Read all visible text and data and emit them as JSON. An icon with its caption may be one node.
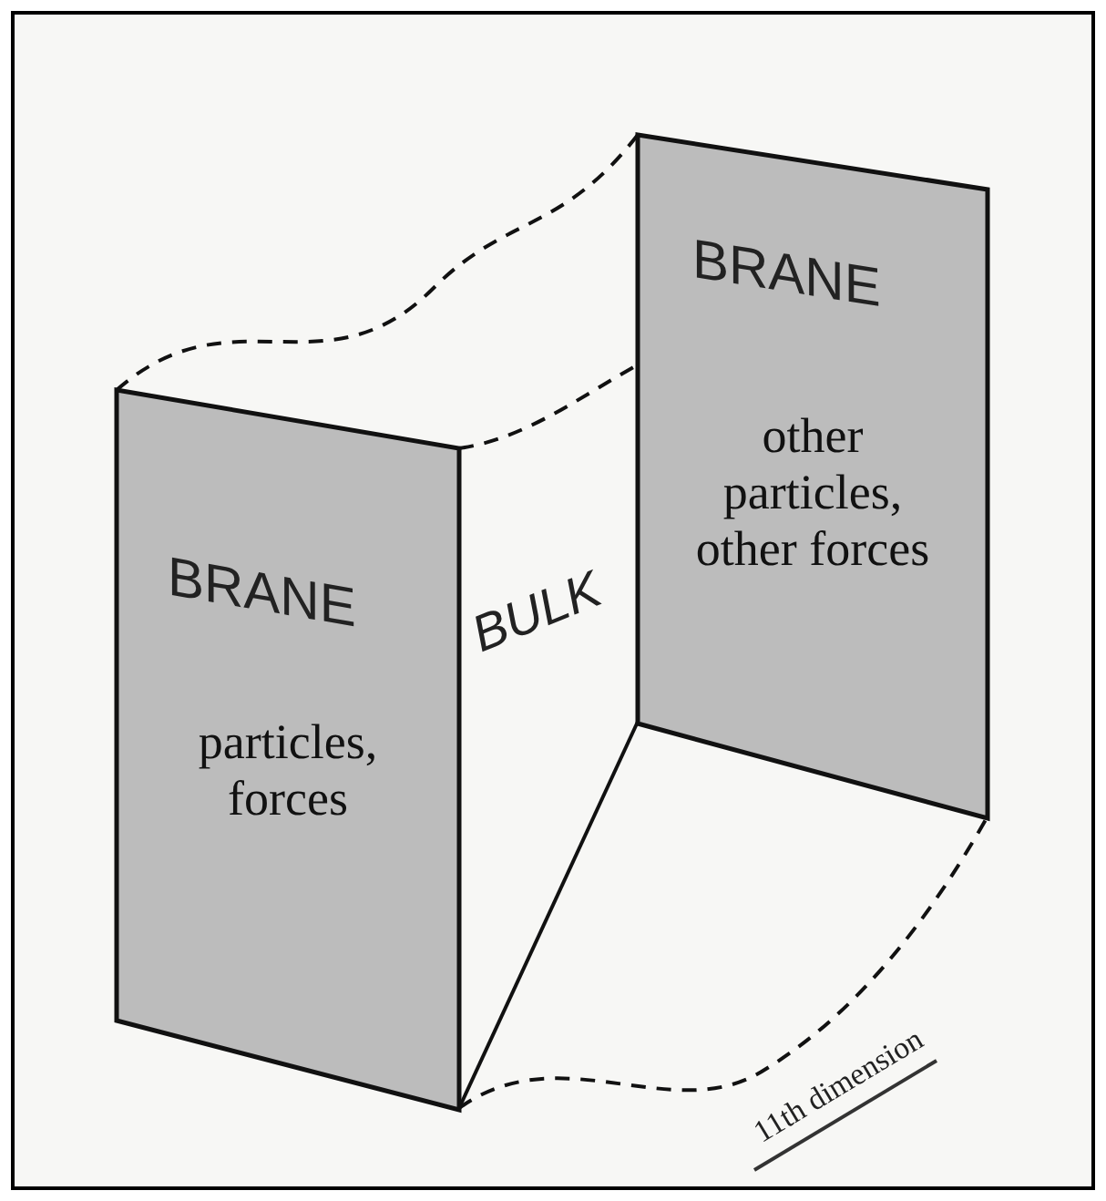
{
  "diagram": {
    "nodes": [
      {
        "text": [
          "BRANE",
          "particles, forces"
        ]
      },
      {
        "text": [
          "BRANE",
          "other particles, other forces"
        ]
      }
    ],
    "labels": [
      "BULK",
      "11th dimension"
    ]
  }
}
